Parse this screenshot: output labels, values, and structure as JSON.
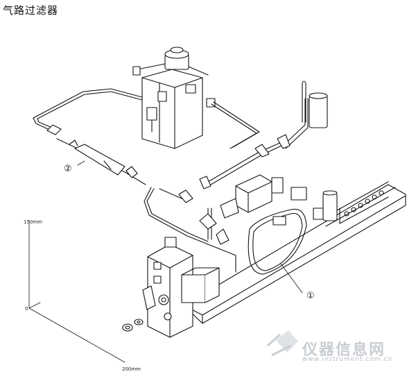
{
  "title": "气路过滤器",
  "callouts": {
    "one": "①",
    "two": "②"
  },
  "axis_labels": {
    "height": "150mm",
    "zero": "0",
    "width": "200mm"
  },
  "watermark": {
    "text": "仪器信息网",
    "url": "www.instrument.com.cn"
  },
  "colors": {
    "line": "#111111",
    "watermark": "#c9cdd2"
  }
}
